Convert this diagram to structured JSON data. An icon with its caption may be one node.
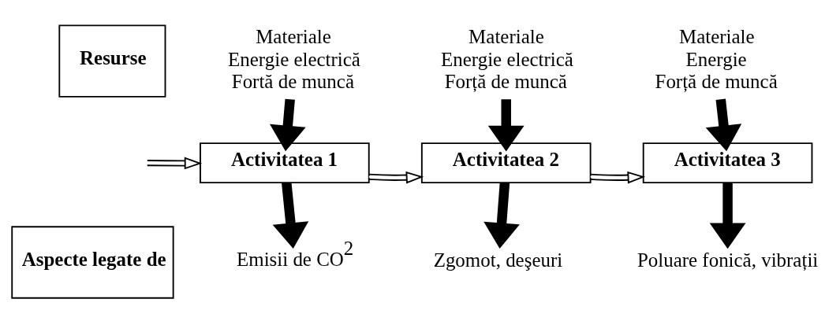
{
  "diagram": {
    "nodes": [
      {
        "text": [
          "Resurse"
        ]
      },
      {
        "text": [
          "Materiale",
          "Energie electrică",
          "Fortă de muncă"
        ]
      },
      {
        "text": [
          "Materiale",
          "Energie electrică",
          "Forță de muncă"
        ]
      },
      {
        "text": [
          "Materiale",
          "Energie",
          "Forță de muncă"
        ]
      },
      {
        "text": [
          "Activitatea 1"
        ]
      },
      {
        "text": [
          "Activitatea 2"
        ]
      },
      {
        "text": [
          "Activitatea 3"
        ]
      },
      {
        "text": [
          "Aspecte legate de"
        ]
      },
      {
        "text": [
          "Emisii de CO$^{2}$"
        ]
      },
      {
        "text": [
          "Zgomot, deşeuri"
        ]
      },
      {
        "text": [
          "Poluare fonică, vibrații"
        ]
      }
    ],
    "edges": [
      {
        "from": null,
        "to": 4,
        "arrow": "to"
      },
      {
        "from": 4,
        "to": 5,
        "arrow": "to"
      },
      {
        "from": 5,
        "to": 6,
        "arrow": "to"
      },
      {
        "from": 1,
        "to": 4,
        "arrow": "to"
      },
      {
        "from": 2,
        "to": 5,
        "arrow": "to"
      },
      {
        "from": 3,
        "to": 6,
        "arrow": "to"
      },
      {
        "from": 4,
        "to": 8,
        "arrow": "to"
      },
      {
        "from": 5,
        "to": 9,
        "arrow": "to"
      },
      {
        "from": 6,
        "to": 10,
        "arrow": "to"
      }
    ]
  }
}
